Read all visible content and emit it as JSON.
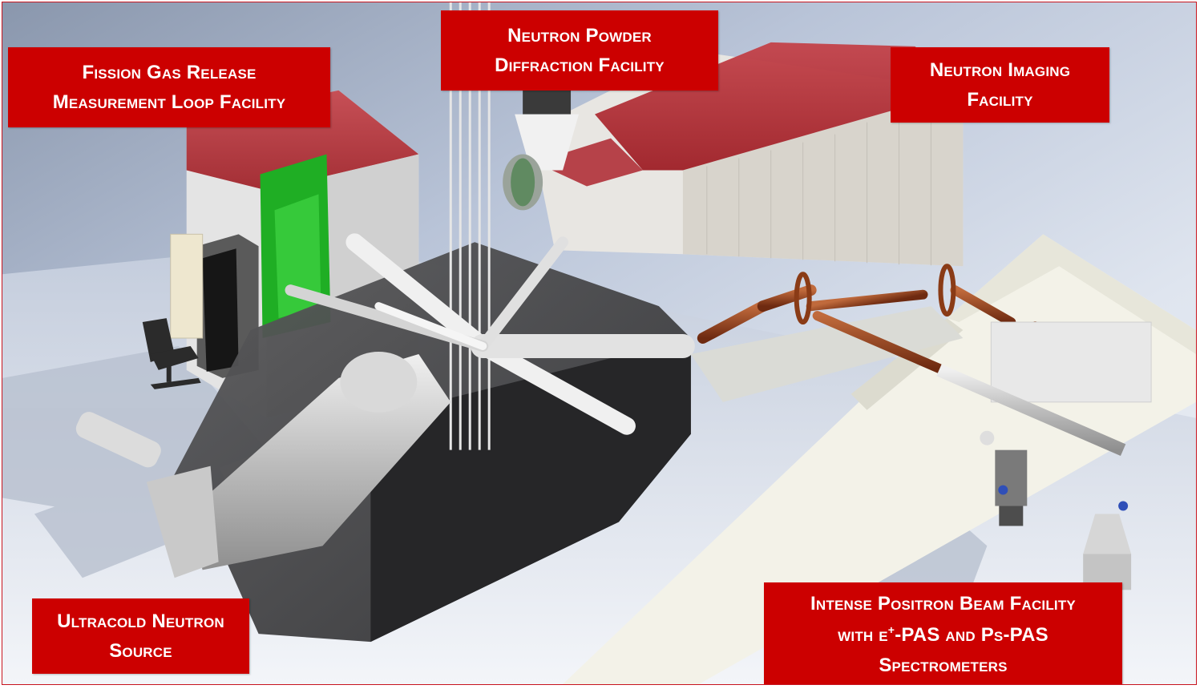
{
  "figure": {
    "description": "3D CAD rendering of a research reactor hall with labelled experimental facilities",
    "border_color": "#c8141e",
    "label_color": "#cc0000",
    "label_text_color": "#ffffff"
  },
  "labels": {
    "fission_gas": {
      "line1": "Fission Gas Release",
      "line2": "Measurement Loop Facility"
    },
    "neutron_powder": {
      "line1": "Neutron Powder",
      "line2": "Diffraction Facility"
    },
    "neutron_imaging": {
      "line1": "Neutron Imaging",
      "line2": "Facility"
    },
    "ultracold": {
      "line1": "Ultracold Neutron",
      "line2": "Source"
    },
    "positron": {
      "line1": "Intense Positron Beam Facility",
      "line2_pre": "with e",
      "line2_sup": "+",
      "line2_post": "-PAS and Ps-PAS",
      "line3": "Spectrometers"
    }
  },
  "scene_elements": [
    "reactor-pool-block",
    "vertical-control-rods",
    "beam-tubes",
    "fission-gas-shielding-enclosure",
    "green-panel",
    "server-rack",
    "office-chair",
    "neutron-imaging-bunker",
    "positron-beamline-copper-tubes",
    "positron-spectrometers",
    "concrete-walls",
    "ultracold-neutron-cryostat"
  ]
}
